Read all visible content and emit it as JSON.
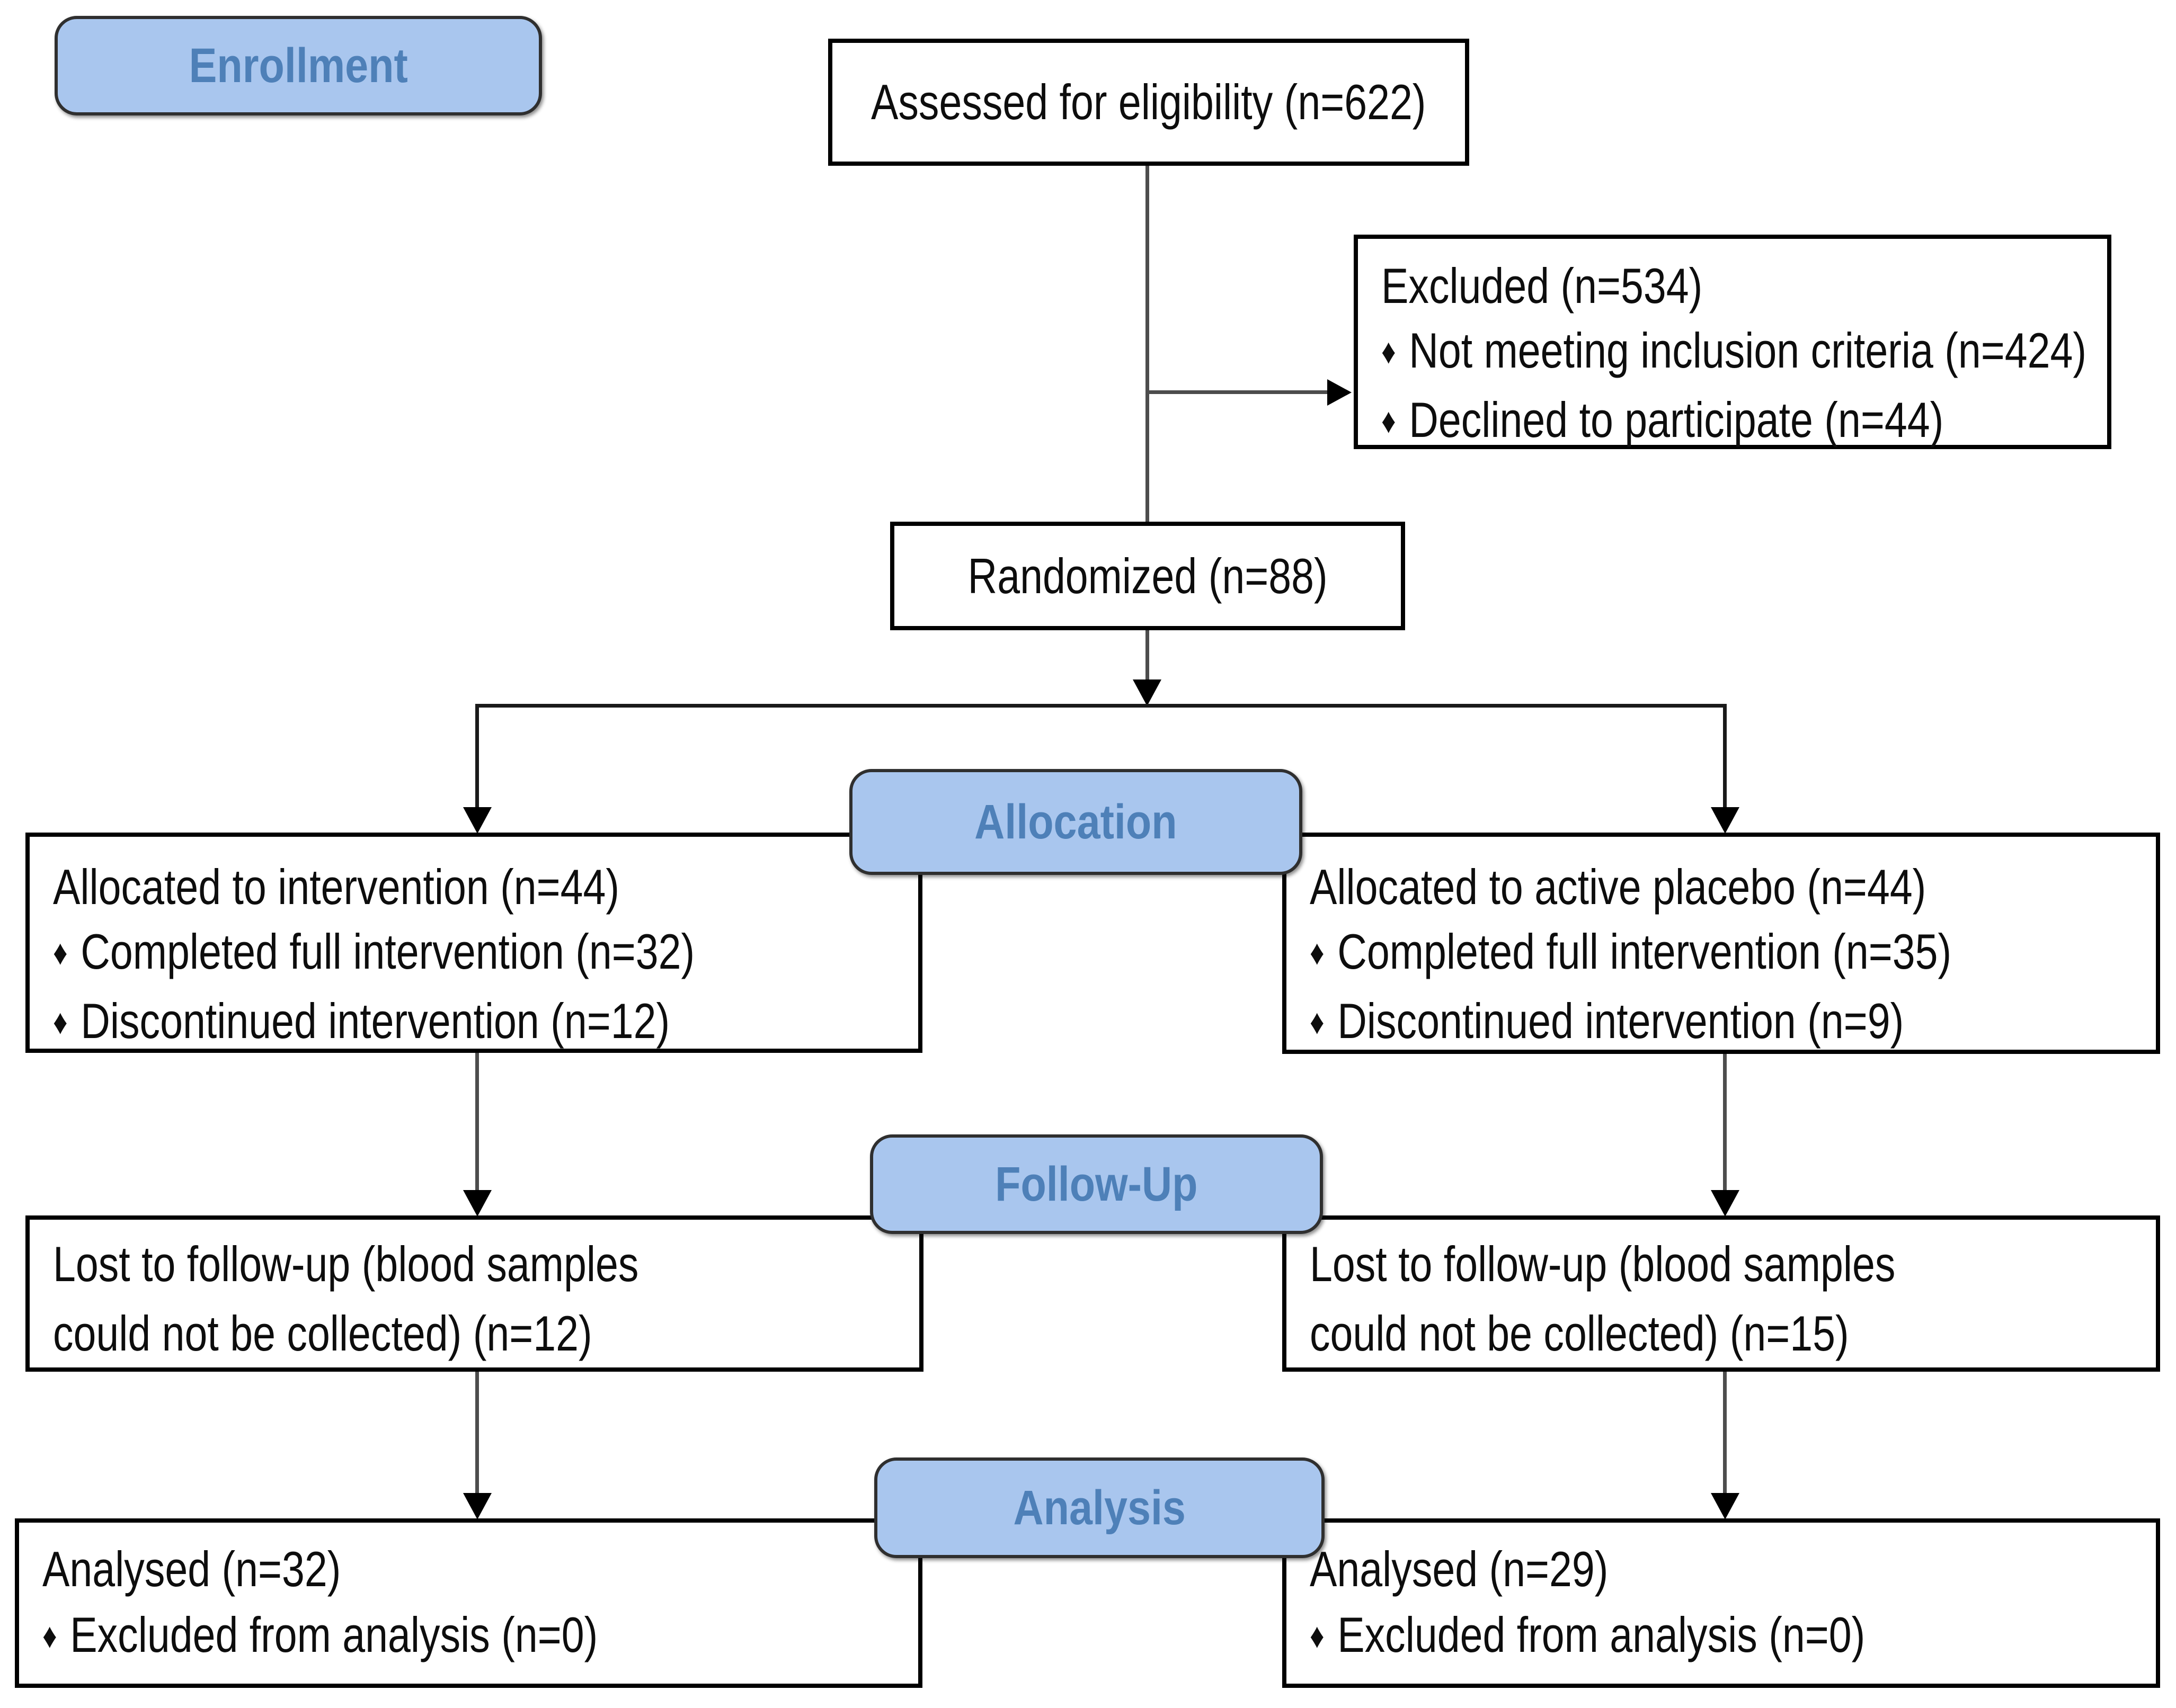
{
  "bullet_glyph": "♦",
  "stage_labels": {
    "enrollment": "Enrollment",
    "allocation": "Allocation",
    "follow_up": "Follow-Up",
    "analysis": "Analysis"
  },
  "enrollment": {
    "assessed": "Assessed for eligibility (n=622)",
    "excluded": {
      "title": "Excluded (n=534)",
      "bullets": [
        "Not meeting inclusion criteria (n=424)",
        "Declined to participate (n=44)"
      ]
    },
    "randomized": "Randomized (n=88)"
  },
  "allocation": {
    "left": {
      "title": "Allocated to intervention (n=44)",
      "bullets": [
        "Completed full intervention (n=32)",
        "Discontinued intervention (n=12)"
      ]
    },
    "right": {
      "title": "Allocated to active placebo (n=44)",
      "bullets": [
        "Completed full intervention (n=35)",
        "Discontinued intervention (n=9)"
      ]
    }
  },
  "follow_up": {
    "left": {
      "lines": [
        "Lost to follow-up (blood samples",
        "could not be collected) (n=12)"
      ]
    },
    "right": {
      "lines": [
        "Lost to follow-up (blood samples",
        "could not be collected) (n=15)"
      ]
    }
  },
  "analysis": {
    "left": {
      "title": "Analysed (n=32)",
      "bullets": [
        "Excluded from analysis (n=0)"
      ]
    },
    "right": {
      "title": "Analysed (n=29)",
      "bullets": [
        "Excluded from analysis (n=0)"
      ]
    }
  },
  "colors": {
    "pill_fill": "#a9c6ee",
    "pill_text": "#4e80b8",
    "pill_border": "#2f2f2f",
    "box_border": "#000000",
    "connector": "#4d4d4d"
  }
}
